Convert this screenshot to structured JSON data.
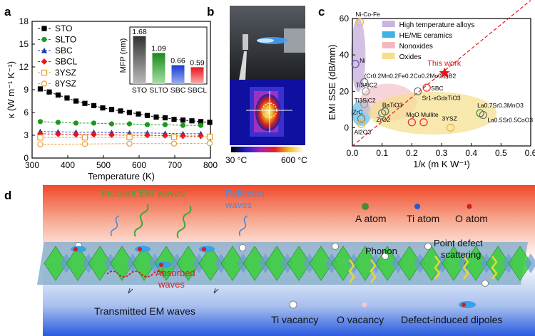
{
  "chart_data": [
    {
      "type": "line",
      "panel": "a",
      "xlabel": "Temperature (K)",
      "ylabel": "κ (W m⁻¹ K⁻¹)",
      "xlim": [
        300,
        800
      ],
      "ylim": [
        0,
        18
      ],
      "xticks": [
        "300",
        "400",
        "500",
        "600",
        "700",
        "800"
      ],
      "yticks": [
        "0",
        "3",
        "6",
        "9",
        "12",
        "15",
        "18"
      ],
      "legend_position": "top-left",
      "series": [
        {
          "name": "STO",
          "color": "#000000",
          "marker": "square",
          "dashed": true,
          "x": [
            323,
            348,
            373,
            398,
            423,
            448,
            473,
            498,
            523,
            548,
            573,
            598,
            623,
            648,
            673,
            698,
            723,
            748,
            773,
            798
          ],
          "y": [
            9.1,
            8.7,
            8.3,
            7.9,
            7.5,
            7.2,
            6.9,
            6.6,
            6.4,
            6.2,
            6.0,
            5.8,
            5.6,
            5.4,
            5.3,
            5.1,
            5.0,
            4.9,
            4.8,
            4.7
          ]
        },
        {
          "name": "SLTO",
          "color": "#1a9a1a",
          "marker": "circle",
          "dashed": true,
          "x": [
            323,
            373,
            423,
            473,
            523,
            573,
            623,
            673,
            723,
            773
          ],
          "y": [
            4.8,
            4.7,
            4.6,
            4.6,
            4.5,
            4.5,
            4.4,
            4.4,
            4.3,
            4.3
          ]
        },
        {
          "name": "SBC",
          "color": "#1f3fa8",
          "marker": "triangle",
          "dashed": true,
          "x": [
            323,
            373,
            423,
            473,
            523,
            573,
            623,
            673,
            723,
            773
          ],
          "y": [
            3.5,
            3.45,
            3.4,
            3.4,
            3.35,
            3.3,
            3.3,
            3.25,
            3.2,
            3.2
          ]
        },
        {
          "name": "SBCL",
          "color": "#e8141a",
          "marker": "diamond",
          "dashed": true,
          "x": [
            323,
            373,
            423,
            473,
            523,
            573,
            623,
            673,
            723,
            773
          ],
          "y": [
            3.2,
            3.15,
            3.1,
            3.1,
            3.05,
            3.0,
            3.0,
            2.95,
            2.9,
            2.9
          ]
        },
        {
          "name": "3YSZ",
          "color": "#e8a030",
          "marker": "open-square",
          "dashed": true,
          "x": [
            323,
            448,
            573,
            698,
            798
          ],
          "y": [
            2.7,
            2.7,
            2.75,
            2.75,
            2.8
          ]
        },
        {
          "name": "8YSZ",
          "color": "#e8a030",
          "marker": "open-circle",
          "dashed": true,
          "x": [
            323,
            448,
            573,
            698,
            798
          ],
          "y": [
            1.8,
            1.85,
            1.9,
            1.9,
            1.95
          ]
        }
      ],
      "inset": {
        "type": "bar",
        "ylabel": "MFP (nm)",
        "categories": [
          "STO",
          "SLTO",
          "SBC",
          "SBCL"
        ],
        "values": [
          1.68,
          1.09,
          0.66,
          0.59
        ],
        "labels": [
          "1.68",
          "1.09",
          "0.66",
          "0.59"
        ],
        "colors": [
          "#555555",
          "#2aa02a",
          "#2b4fd6",
          "#e8323a"
        ],
        "ylim": [
          0,
          2
        ]
      }
    },
    {
      "type": "scatter",
      "panel": "c",
      "xlabel": "1/κ (m K W⁻¹)",
      "ylabel": "EMI SSE (dB/mm)",
      "xlim": [
        0,
        0.6
      ],
      "ylim": [
        -10,
        60
      ],
      "xticks": [
        "0.0",
        "0.1",
        "0.2",
        "0.3",
        "0.4",
        "0.5",
        "0.6"
      ],
      "yticks": [
        "0",
        "20",
        "40",
        "60"
      ],
      "legend": [
        {
          "name": "High temperature alloys",
          "color": "#c9b3e0"
        },
        {
          "name": "HE/ME ceramics",
          "color": "#3fb2e8"
        },
        {
          "name": "Nonoxides",
          "color": "#f2b8c0"
        },
        {
          "name": "Oxides",
          "color": "#f5de8c"
        }
      ],
      "points": [
        {
          "label": "Ni-Co-Fe",
          "x": 0.025,
          "y": 58,
          "color": "#e8b840"
        },
        {
          "label": "Ni",
          "x": 0.01,
          "y": 35,
          "color": "#6c54a8"
        },
        {
          "label": "(Cr0.2Mn0.2Fe0.2Co0.2Mo0.2)B2",
          "x": 0.04,
          "y": 25,
          "color": "#777777"
        },
        {
          "label": "Ti3AlC2",
          "x": 0.045,
          "y": 20,
          "color": "#999999"
        },
        {
          "label": "Ti3SiC2",
          "x": 0.04,
          "y": 13,
          "color": "#999999"
        },
        {
          "label": "ZrC",
          "x": 0.03,
          "y": 5,
          "color": "#777777"
        },
        {
          "label": "Al2O3",
          "x": 0.03,
          "y": 2,
          "color": "#e8b840"
        },
        {
          "label": "ZrO2",
          "x": 0.1,
          "y": 8,
          "color": "#777777"
        },
        {
          "label": "BaTiO3",
          "x": 0.11,
          "y": 9,
          "color": "#4a8a4a"
        },
        {
          "label": "MgO",
          "x": 0.2,
          "y": 3,
          "color": "#e8323a"
        },
        {
          "label": "Mullite",
          "x": 0.24,
          "y": 3,
          "color": "#e8323a"
        },
        {
          "label": "Sr1-xGdxTiO3",
          "x": 0.22,
          "y": 20,
          "color": "#777777"
        },
        {
          "label": "SBC",
          "x": 0.25,
          "y": 22,
          "color": "#e8323a"
        },
        {
          "label": "This work",
          "x": 0.31,
          "y": 30,
          "color": "#e8141a"
        },
        {
          "label": "3YSZ",
          "x": 0.33,
          "y": 0,
          "color": "#e8b840"
        },
        {
          "label": "La0.7Sr0.3MnO3",
          "x": 0.43,
          "y": 8,
          "color": "#4a8a4a"
        },
        {
          "label": "La0.5Sr0.5CoO3",
          "x": 0.44,
          "y": 7,
          "color": "#777777"
        }
      ]
    }
  ],
  "panel_a": {
    "letter": "a"
  },
  "panel_b": {
    "letter": "b",
    "scale_min": "30 °C",
    "scale_max": "600 °C"
  },
  "panel_c": {
    "letter": "c",
    "this_work_label": "This work"
  },
  "panel_d": {
    "letter": "d",
    "incident_label": "Incident EM waves",
    "reflected_label_1": "Reflected",
    "reflected_label_2": "waves",
    "absorbed_label_1": "Absorbed",
    "absorbed_label_2": "waves",
    "transmitted_label": "Transmitted EM waves",
    "phonon_label": "Phonon",
    "point_defect_1": "Point defect",
    "point_defect_2": "scattering",
    "legend_a_atom": "A atom",
    "legend_ti_atom": "Ti atom",
    "legend_o_atom": "O atom",
    "legend_ti_vacancy": "Ti vacancy",
    "legend_o_vacancy": "O vacancy",
    "legend_dipoles": "Defect-induced dipoles"
  }
}
